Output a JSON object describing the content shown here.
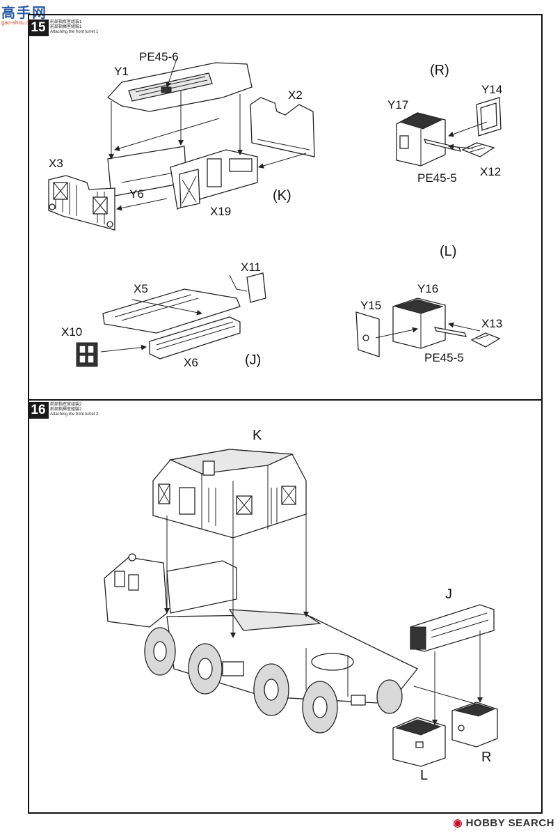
{
  "watermark_top": {
    "main": "高手网",
    "sub": "gao-shou.com"
  },
  "watermark_bottom": {
    "brand": "HOBBY SEARCH"
  },
  "step15": {
    "number": "15",
    "caption_line1": "前部指挥室组装1",
    "caption_line2": "前部指揮室組裝1",
    "caption_line3": "Attaching the front turret 1",
    "labels": {
      "Y1": "Y1",
      "PE45_6": "PE45-6",
      "X2": "X2",
      "X3": "X3",
      "Y6": "Y6",
      "X19": "X19",
      "K": "(K)",
      "R": "(R)",
      "Y14": "Y14",
      "Y17": "Y17",
      "PE45_5a": "PE45-5",
      "X12": "X12",
      "L": "(L)",
      "X11": "X11",
      "X5": "X5",
      "X10": "X10",
      "X6": "X6",
      "J": "(J)",
      "Y16": "Y16",
      "Y15": "Y15",
      "X13": "X13",
      "PE45_5b": "PE45-5"
    }
  },
  "step16": {
    "number": "16",
    "caption_line1": "前部指挥室组装2",
    "caption_line2": "前部指揮室組裝2",
    "caption_line3": "Attaching the front turret 2",
    "labels": {
      "K": "K",
      "J": "J",
      "R": "R",
      "L": "L"
    }
  },
  "icons": [
    "part-outline-drawing",
    "assembly-arrow",
    "truck-drawing"
  ]
}
